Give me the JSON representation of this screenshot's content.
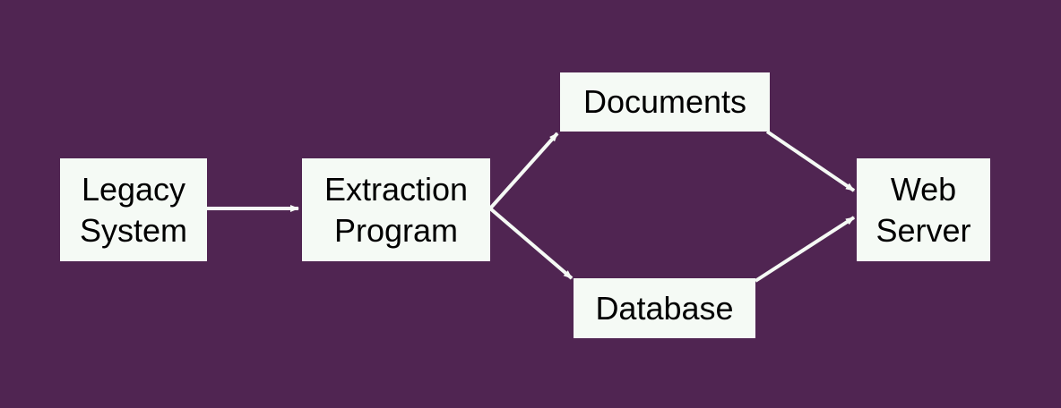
{
  "colors": {
    "background": "#502552",
    "box": "#f5faf5",
    "arrow": "#f5faf5"
  },
  "nodes": {
    "legacy": "Legacy\nSystem",
    "extraction": "Extraction\nProgram",
    "documents": "Documents",
    "database": "Database",
    "web": "Web\nServer"
  },
  "edges": [
    {
      "from": "legacy",
      "to": "extraction"
    },
    {
      "from": "extraction",
      "to": "documents"
    },
    {
      "from": "extraction",
      "to": "database"
    },
    {
      "from": "documents",
      "to": "web"
    },
    {
      "from": "database",
      "to": "web"
    }
  ]
}
